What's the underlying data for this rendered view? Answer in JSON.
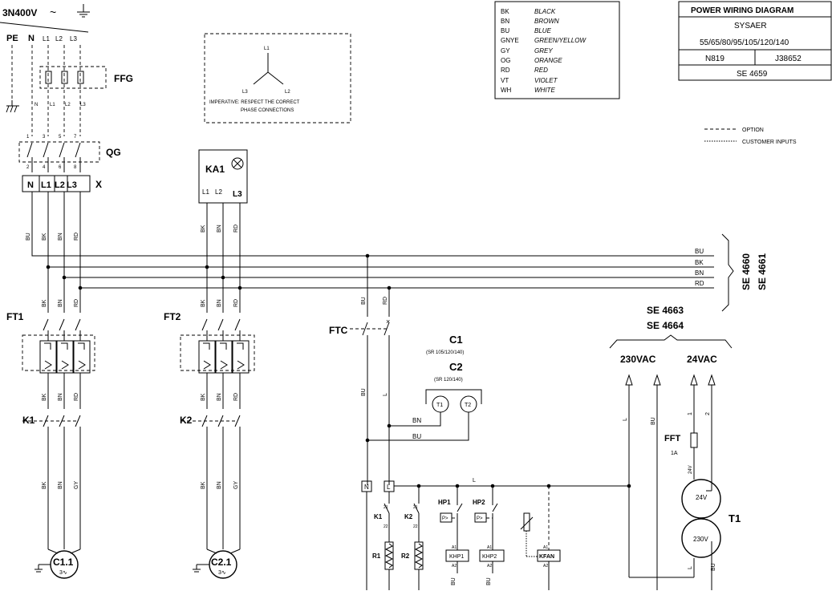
{
  "supply": {
    "voltage": "3N400V",
    "tilde": "~",
    "pe": "PE",
    "n": "N"
  },
  "ffg": "FFG",
  "qg": "QG",
  "x": {
    "label": "X",
    "terms": [
      "N",
      "L1",
      "L2",
      "L3"
    ]
  },
  "qg_nums_top": [
    "1",
    "3",
    "5",
    "7"
  ],
  "qg_nums_bot": [
    "2",
    "4",
    "6",
    "8"
  ],
  "phase_labels_small": [
    "N",
    "L1",
    "L2",
    "L3"
  ],
  "phase_box": {
    "l1": "L1",
    "l2": "L2",
    "l3": "L3",
    "note1": "IMPERATIVE: RESPECT THE CORRECT",
    "note2": "PHASE CONNECTIONS"
  },
  "ka1": {
    "label": "KA1",
    "terms": [
      "L1",
      "L2",
      "L3"
    ]
  },
  "legend": {
    "codes": [
      "BK",
      "BN",
      "BU",
      "GNYE",
      "GY",
      "OG",
      "RD",
      "VT",
      "WH"
    ],
    "names": [
      "BLACK",
      "BROWN",
      "BLUE",
      "GREEN/YELLOW",
      "GREY",
      "ORANGE",
      "RED",
      "VIOLET",
      "WHITE"
    ]
  },
  "title_block": {
    "title": "POWER WIRING DIAGRAM",
    "product": "SYSAER",
    "models": "55/65/80/95/105/120/140",
    "code1": "N819",
    "code2": "J38652",
    "sheet": "SE 4659"
  },
  "line_legend": {
    "option": "OPTION",
    "customer": "CUSTOMER INPUTS"
  },
  "bus": {
    "labels": [
      "BU",
      "BK",
      "BN",
      "RD"
    ],
    "ref1": "SE 4660",
    "ref2": "SE 4661"
  },
  "wire_colors": {
    "bu": "BU",
    "bk": "BK",
    "bn": "BN",
    "rd": "RD",
    "gy": "GY",
    "l": "L"
  },
  "ft1": "FT1",
  "ft2": "FT2",
  "k1": "K1",
  "k2": "K2",
  "motors": {
    "m1": "C1.1",
    "m2": "C2.1",
    "phase": "3∿"
  },
  "ftc": "FTC",
  "compressors": {
    "c1": "C1",
    "c1_note": "(SR 105/120/140)",
    "c2": "C2",
    "c2_note": "(SR 120/140)",
    "t1": "T1",
    "t2": "T2"
  },
  "se_refs": {
    "a": "SE 4663",
    "b": "SE 4664"
  },
  "voltages": {
    "v230": "230VAC",
    "v24": "24VAC"
  },
  "transformer": {
    "fuse": "FFT",
    "fuse_rating": "1A",
    "label": "T1",
    "sec": "24V",
    "pri": "230V",
    "sec_wire": "24V",
    "t1": "1",
    "t2": "2"
  },
  "control": {
    "n": "N",
    "l": "L",
    "k1": "K1",
    "k2": "K2",
    "hp1": "HP1",
    "hp2": "HP2",
    "p": "P>",
    "r1": "R1",
    "r2": "R2",
    "khp1": "KHP1",
    "khp2": "KHP2",
    "kfan": "KFAN",
    "a1": "A1",
    "a2": "A2",
    "n21": "21",
    "n22": "22"
  }
}
